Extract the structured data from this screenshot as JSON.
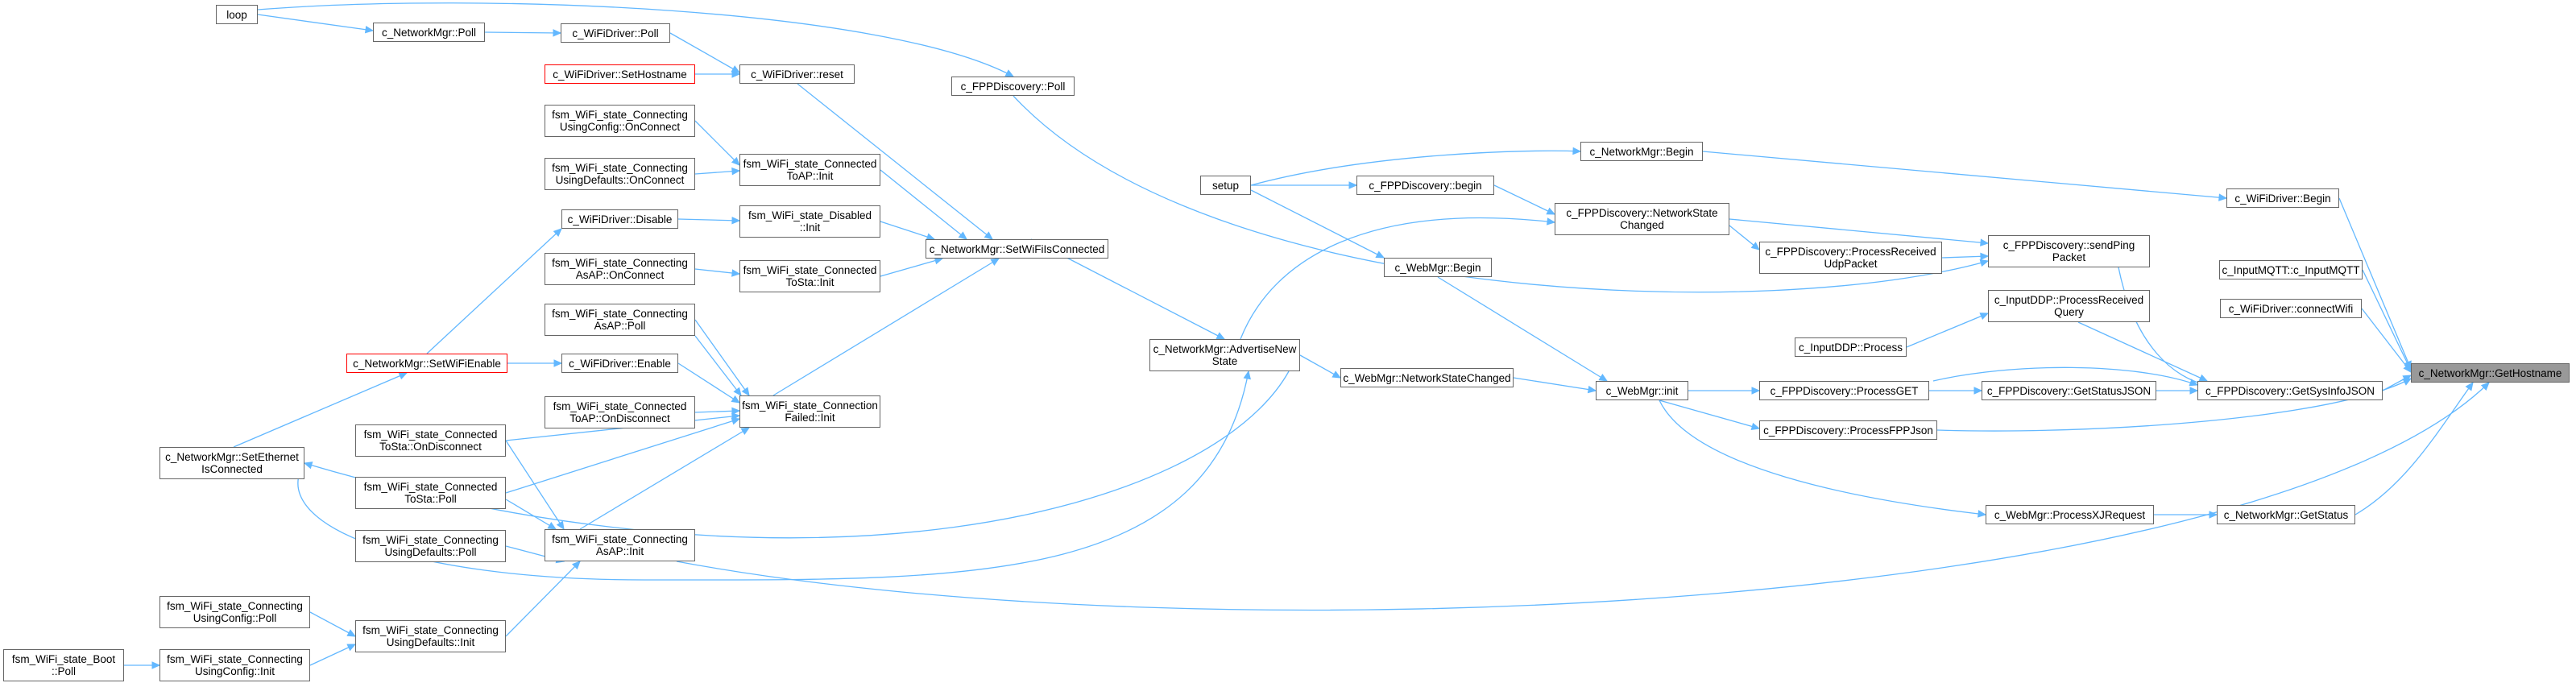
{
  "colors": {
    "edge": "#63b8ff",
    "node_border": "#666666",
    "highlight_border": "#ff0000",
    "root_fill": "#999999"
  },
  "nodes": {
    "loop": [
      "loop"
    ],
    "nm_poll": [
      "c_NetworkMgr::Poll"
    ],
    "wifi_poll": [
      "c_WiFiDriver::Poll"
    ],
    "fpp_poll": [
      "c_FPPDiscovery::Poll"
    ],
    "set_hostname": [
      "c_WiFiDriver::SetHostname"
    ],
    "wifi_reset": [
      "c_WiFiDriver::reset"
    ],
    "cfg_onconnect": [
      "fsm_WiFi_state_Connecting",
      "UsingConfig::OnConnect"
    ],
    "def_onconnect": [
      "fsm_WiFi_state_Connecting",
      "UsingDefaults::OnConnect"
    ],
    "toap_init": [
      "fsm_WiFi_state_Connected",
      "ToAP::Init"
    ],
    "wifi_disable": [
      "c_WiFiDriver::Disable"
    ],
    "disabled_init": [
      "fsm_WiFi_state_Disabled",
      "::Init"
    ],
    "asap_onconnect": [
      "fsm_WiFi_state_Connecting",
      "AsAP::OnConnect"
    ],
    "tosta_init": [
      "fsm_WiFi_state_Connected",
      "ToSta::Init"
    ],
    "asap_poll": [
      "fsm_WiFi_state_Connecting",
      "AsAP::Poll"
    ],
    "set_wifi_enable": [
      "c_NetworkMgr::SetWiFiEnable"
    ],
    "wifi_enable": [
      "c_WiFiDriver::Enable"
    ],
    "toap_ondisconnect": [
      "fsm_WiFi_state_Connected",
      "ToAP::OnDisconnect"
    ],
    "tosta_ondisconnect": [
      "fsm_WiFi_state_Connected",
      "ToSta::OnDisconnect"
    ],
    "connfailed_init": [
      "fsm_WiFi_state_Connection",
      "Failed::Init"
    ],
    "set_eth": [
      "c_NetworkMgr::SetEthernet",
      "IsConnected"
    ],
    "tosta_poll": [
      "fsm_WiFi_state_Connected",
      "ToSta::Poll"
    ],
    "def_poll": [
      "fsm_WiFi_state_Connecting",
      "UsingDefaults::Poll"
    ],
    "asap_init": [
      "fsm_WiFi_state_Connecting",
      "AsAP::Init"
    ],
    "cfg_poll": [
      "fsm_WiFi_state_Connecting",
      "UsingConfig::Poll"
    ],
    "def_init": [
      "fsm_WiFi_state_Connecting",
      "UsingDefaults::Init"
    ],
    "boot_poll": [
      "fsm_WiFi_state_Boot",
      "::Poll"
    ],
    "cfg_init": [
      "fsm_WiFi_state_Connecting",
      "UsingConfig::Init"
    ],
    "set_wifi_connected": [
      "c_NetworkMgr::SetWiFiIsConnected"
    ],
    "advertise": [
      "c_NetworkMgr::AdvertiseNew",
      "State"
    ],
    "setup": [
      "setup"
    ],
    "fpp_begin": [
      "c_FPPDiscovery::begin"
    ],
    "web_begin": [
      "c_WebMgr::Begin"
    ],
    "web_netchanged": [
      "c_WebMgr::NetworkStateChanged"
    ],
    "nm_begin": [
      "c_NetworkMgr::Begin"
    ],
    "fpp_netchanged": [
      "c_FPPDiscovery::NetworkState",
      "Changed"
    ],
    "fpp_recv": [
      "c_FPPDiscovery::ProcessReceived",
      "UdpPacket"
    ],
    "web_init": [
      "c_WebMgr::init"
    ],
    "fpp_get": [
      "c_FPPDiscovery::ProcessGET"
    ],
    "fpp_json": [
      "c_FPPDiscovery::ProcessFPPJson"
    ],
    "inputddp_process": [
      "c_InputDDP::Process"
    ],
    "inputddp_query": [
      "c_InputDDP::ProcessReceived",
      "Query"
    ],
    "sendping": [
      "c_FPPDiscovery::sendPing",
      "Packet"
    ],
    "getstatusjson": [
      "c_FPPDiscovery::GetStatusJSON"
    ],
    "web_xj": [
      "c_WebMgr::ProcessXJRequest"
    ],
    "wifi_begin": [
      "c_WiFiDriver::Begin"
    ],
    "mqtt": [
      "c_InputMQTT::c_InputMQTT"
    ],
    "connectwifi": [
      "c_WiFiDriver::connectWifi"
    ],
    "getsysinfo": [
      "c_FPPDiscovery::GetSysInfoJSON"
    ],
    "nm_getstatus": [
      "c_NetworkMgr::GetStatus"
    ],
    "gethostname": [
      "c_NetworkMgr::GetHostname"
    ]
  }
}
